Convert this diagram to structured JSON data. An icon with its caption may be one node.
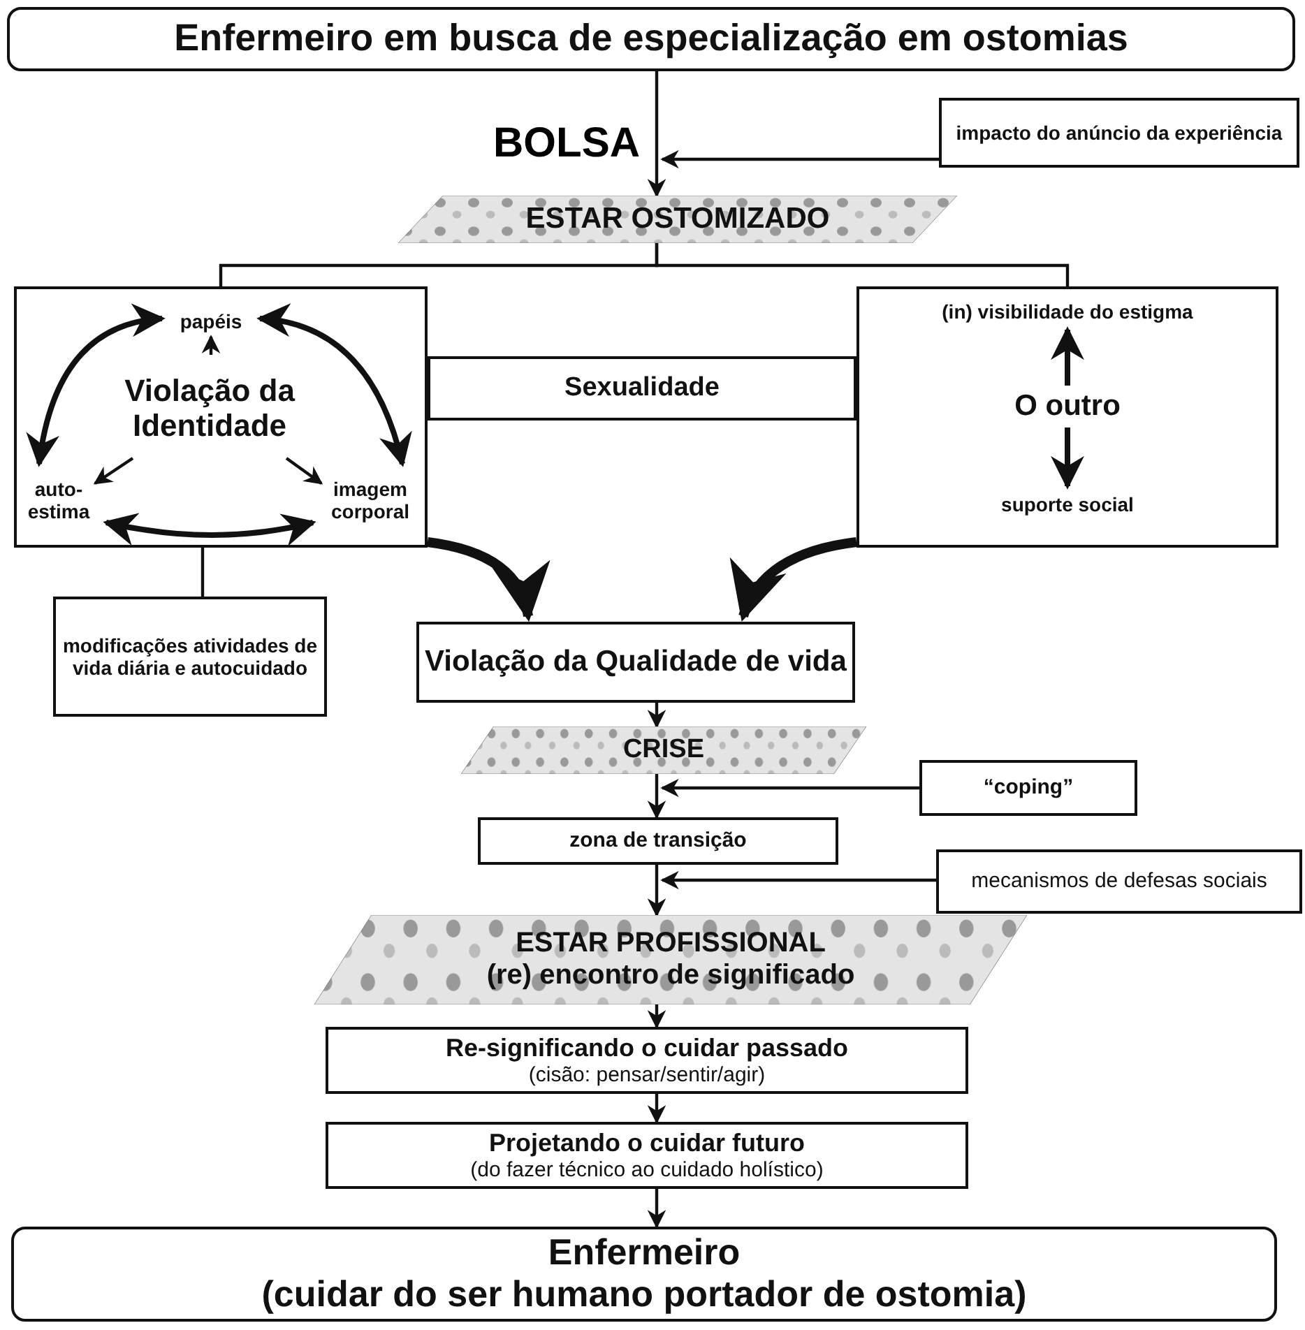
{
  "diagram": {
    "nodes": [
      {
        "text": [
          "Enfermeiro em busca de especialização em ostomias"
        ]
      },
      {
        "text": [
          "impacto do anúncio da experiência"
        ]
      },
      {
        "text": [
          "ESTAR OSTOMIZADO"
        ]
      },
      {
        "text": [],
        "shape": "box"
      },
      {
        "text": [
          "papéis"
        ],
        "in": 3
      },
      {
        "text": [
          "Violação da Identidade"
        ],
        "in": 3
      },
      {
        "text": [
          "auto-estima"
        ],
        "in": 3
      },
      {
        "text": [
          "imagem corporal"
        ],
        "in": 3
      },
      {
        "text": [
          "Sexualidade"
        ]
      },
      {
        "text": [],
        "shape": "box"
      },
      {
        "text": [
          "(in) visibilidade do estigma"
        ],
        "in": 9
      },
      {
        "text": [
          "O outro"
        ],
        "in": 9
      },
      {
        "text": [
          "suporte social"
        ],
        "in": 9
      },
      {
        "text": [
          "modificações atividades de vida diária e autocuidado"
        ]
      },
      {
        "text": [
          "Violação da Qualidade de vida"
        ]
      },
      {
        "text": [
          "CRISE"
        ]
      },
      {
        "text": [
          "“coping”"
        ]
      },
      {
        "text": [
          "zona de transição"
        ]
      },
      {
        "text": [
          "mecanismos de defesas sociais"
        ]
      },
      {
        "text": [
          "ESTAR PROFISSIONAL",
          "(re) encontro de significado"
        ]
      },
      {
        "text": [
          "Re-significando o cuidar passado",
          "(cisão: pensar/sentir/agir)"
        ]
      },
      {
        "text": [
          "Projetando o cuidar futuro",
          "(do fazer técnico ao cuidado holístico)"
        ]
      },
      {
        "text": [
          "Enfermeiro",
          "(cuidar do ser humano portador de ostomia)"
        ]
      }
    ],
    "edges": [
      {
        "from": 0,
        "to": 2,
        "arrow": "to",
        "label": "BOLSA"
      },
      {
        "from": 1,
        "to": 2,
        "arrow": "to"
      },
      {
        "from": 2,
        "to": 3,
        "arrow": "none"
      },
      {
        "from": 2,
        "to": 9,
        "arrow": "none"
      },
      {
        "from": 5,
        "to": 4,
        "arrow": "to"
      },
      {
        "from": 5,
        "to": 6,
        "arrow": "to"
      },
      {
        "from": 5,
        "to": 7,
        "arrow": "to"
      },
      {
        "from": 4,
        "to": 6,
        "arrow": "both",
        "style": "thick"
      },
      {
        "from": 4,
        "to": 7,
        "arrow": "both",
        "style": "thick"
      },
      {
        "from": 6,
        "to": 7,
        "arrow": "both",
        "style": "thick"
      },
      {
        "from": 11,
        "to": 10,
        "arrow": "to",
        "style": "thick"
      },
      {
        "from": 11,
        "to": 12,
        "arrow": "to",
        "style": "thick"
      },
      {
        "from": 3,
        "to": 13,
        "arrow": "none"
      },
      {
        "from": 3,
        "to": 14,
        "arrow": "to",
        "style": "thick"
      },
      {
        "from": 9,
        "to": 14,
        "arrow": "to",
        "style": "thick"
      },
      {
        "from": 14,
        "to": 15,
        "arrow": "to"
      },
      {
        "from": 15,
        "to": 17,
        "arrow": "to"
      },
      {
        "from": 16,
        "to": 15,
        "arrow": "to"
      },
      {
        "from": 17,
        "to": 19,
        "arrow": "to"
      },
      {
        "from": 18,
        "to": 17,
        "arrow": "to"
      },
      {
        "from": 19,
        "to": 20,
        "arrow": "to"
      },
      {
        "from": 20,
        "to": 21,
        "arrow": "to"
      },
      {
        "from": 21,
        "to": 22,
        "arrow": "to"
      }
    ]
  }
}
